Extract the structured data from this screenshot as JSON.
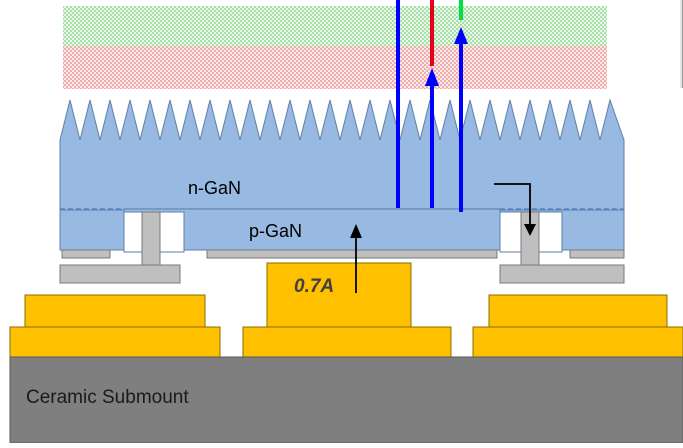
{
  "diagram": {
    "labels": {
      "n_gan": "n-GaN",
      "p_gan": "p-GaN",
      "current": "0.7A",
      "substrate": "Ceramic Submount"
    },
    "colors": {
      "gan": "#97B9E2",
      "gan_stroke": "#5E7FA8",
      "gold": "#FFC000",
      "gold_stroke": "#8A6D00",
      "gray_contact": "#BFBFBF",
      "substrate": "#7F7F7F",
      "green_band": "#6BCB6B",
      "red_band": "#E06B6B",
      "blue_ray": "#0000FF",
      "red_ray": "#E2001A",
      "green_ray": "#00E040",
      "current_arrow": "#000000"
    },
    "components": [
      "green-emission-band",
      "red-emission-band",
      "textured-n-gan-surface",
      "p-gan-layer",
      "junction-dashed-line",
      "contact-vias",
      "gold-bond-pads",
      "ceramic-submount"
    ]
  }
}
